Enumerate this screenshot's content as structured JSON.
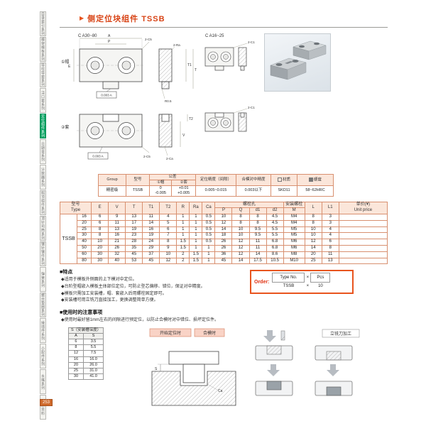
{
  "header": {
    "title": "侧定位块组件 TSSB"
  },
  "sidebar": {
    "active_index": 4,
    "page_number": "253",
    "items": [
      "目录索引系列",
      "模架模板系列",
      "导柱导套系列",
      "浇口套系列",
      "定位组件系列",
      "日期章系列",
      "计数器系列",
      "斜顶组件系列",
      "顶针司筒系列",
      "镶针镶件系列",
      "弹簧系列",
      "螺丝垫圈系列",
      "接插件系列",
      "小配件系列",
      "水嘴系列",
      "技术资料"
    ]
  },
  "drawings": {
    "size1": "C A30~80",
    "size2": "C A16~25",
    "cap": "①帽",
    "sleeve": "②套",
    "dim_a": "A",
    "dim_p": "P",
    "dim_e": "E",
    "dim_t": "T",
    "dim_t1": "T1",
    "dim_t2": "T2",
    "dim_v": "V",
    "c5": "2-C5",
    "c1": "2-C1",
    "r": "R0.5",
    "ra": "2-Ra",
    "ca": "2-Ca",
    "datum": "0.003 A"
  },
  "spec_table": {
    "headers": {
      "group": "Group",
      "model": "型号",
      "tol": "公差",
      "tol_cap": "①帽",
      "tol_sleeve": "②套",
      "accuracy": "定位精度（间隙）",
      "centering": "合模对中精度",
      "material": "材质",
      "hardness": "硬度"
    },
    "row": {
      "group": "精密级",
      "model": "TSSB",
      "tol_cap_top": "0",
      "tol_cap_bot": "-0.005",
      "tol_sleeve_top": "+0.01",
      "tol_sleeve_bot": "+0.005",
      "accuracy": "0.005~0.015",
      "centering": "0.003以下",
      "material": "SKD11",
      "hardness": "58~62HRC"
    }
  },
  "dim_table": {
    "model": "TSSB",
    "headers": {
      "model": "型号",
      "type": "Type",
      "e": "E",
      "v": "V",
      "t": "T",
      "t1": "T1",
      "t2": "T2",
      "r": "R",
      "ra": "Ra",
      "ca": "Ca",
      "bolt_group": "螺栓孔",
      "p": "P",
      "q": "Q",
      "d1": "d1",
      "d2": "d2",
      "mount_group": "安装螺栓",
      "m": "M",
      "l": "L",
      "l1": "L1",
      "price": "单价(¥)",
      "price_sub": "Unit price"
    },
    "rows": [
      {
        "A": "16",
        "E": "6",
        "V": "9",
        "T": "13",
        "T1": "11",
        "T2": "4",
        "R": "1",
        "Ra": "1",
        "Ca": "0.5",
        "P": "10",
        "Q": "8",
        "d1": "8",
        "d2": "4.5",
        "M": "M4",
        "L": "8",
        "L1": "3"
      },
      {
        "A": "20",
        "E": "6",
        "V": "11",
        "T": "17",
        "T1": "14",
        "T2": "5",
        "R": "1",
        "Ra": "1",
        "Ca": "0.5",
        "P": "12",
        "Q": "8",
        "d1": "8",
        "d2": "4.5",
        "M": "M4",
        "L": "8",
        "L1": "3"
      },
      {
        "A": "25",
        "E": "8",
        "V": "13",
        "T": "19",
        "T1": "16",
        "T2": "6",
        "R": "1",
        "Ra": "1",
        "Ca": "0.5",
        "P": "14",
        "Q": "10",
        "d1": "9.5",
        "d2": "5.5",
        "M": "M5",
        "L": "10",
        "L1": "4"
      },
      {
        "A": "30",
        "E": "8",
        "V": "16",
        "T": "23",
        "T1": "19",
        "T2": "7",
        "R": "1",
        "Ra": "1",
        "Ca": "0.5",
        "P": "18",
        "Q": "10",
        "d1": "9.5",
        "d2": "5.5",
        "M": "M5",
        "L": "10",
        "L1": "4"
      },
      {
        "A": "40",
        "E": "10",
        "V": "21",
        "T": "28",
        "T1": "24",
        "T2": "8",
        "R": "1.5",
        "Ra": "1",
        "Ca": "0.5",
        "P": "26",
        "Q": "12",
        "d1": "11",
        "d2": "6.8",
        "M": "M6",
        "L": "12",
        "L1": "6"
      },
      {
        "A": "50",
        "E": "20",
        "V": "26",
        "T": "35",
        "T1": "29",
        "T2": "9",
        "R": "1.5",
        "Ra": "1",
        "Ca": "1",
        "P": "26",
        "Q": "12",
        "d1": "11",
        "d2": "6.8",
        "M": "M6",
        "L": "14",
        "L1": "8"
      },
      {
        "A": "60",
        "E": "30",
        "V": "32",
        "T": "45",
        "T1": "37",
        "T2": "10",
        "R": "2",
        "Ra": "1.5",
        "Ca": "1",
        "P": "36",
        "Q": "12",
        "d1": "14",
        "d2": "8.6",
        "M": "M8",
        "L": "20",
        "L1": "11"
      },
      {
        "A": "80",
        "E": "30",
        "V": "40",
        "T": "53",
        "T1": "45",
        "T2": "12",
        "R": "2",
        "Ra": "1.5",
        "Ca": "1",
        "P": "45",
        "Q": "14",
        "d1": "17.5",
        "d2": "10.5",
        "M": "M10",
        "L": "25",
        "L1": "13"
      }
    ]
  },
  "order": {
    "label": "Order:",
    "type_no": "Type No.",
    "x1": "×",
    "pcs": "Pcs",
    "example_type": "TSSB",
    "x2": "×",
    "example_qty": "10"
  },
  "features": {
    "title": "■特点",
    "items": [
      "◆适用于模板外侧面的上下模对中定位。",
      "◆台阶型帽嵌入模板主体部位定位，可防止型芯偏移、错位，保证对中精度。",
      "◆模板只需加工安装槽，帽、套嵌入后用螺栓固定即可。",
      "◆安装槽可用立铣刀直接加工，更换调整简单方便。"
    ]
  },
  "notes": {
    "title": "■使用时的注意事项",
    "items": [
      "◆使用时最好留1mm左右的间隙进行预定位，以防止合模时对中错位、损坏定位件。"
    ],
    "s_table": {
      "title": "S（安装槽深度）",
      "col1": "A",
      "col2": "S",
      "rows": [
        [
          "6",
          "3.5"
        ],
        [
          "8",
          "5.5"
        ],
        [
          "12",
          "7.5"
        ],
        [
          "16",
          "16.0"
        ],
        [
          "20",
          "26.0"
        ],
        [
          "25",
          "31.0"
        ],
        [
          "30",
          "41.0"
        ]
      ]
    },
    "open_label": "开始定位时",
    "close_label": "合模时",
    "milling_label": "立铣刀加工",
    "s_dim": "S",
    "ca_dim": "Ca"
  }
}
